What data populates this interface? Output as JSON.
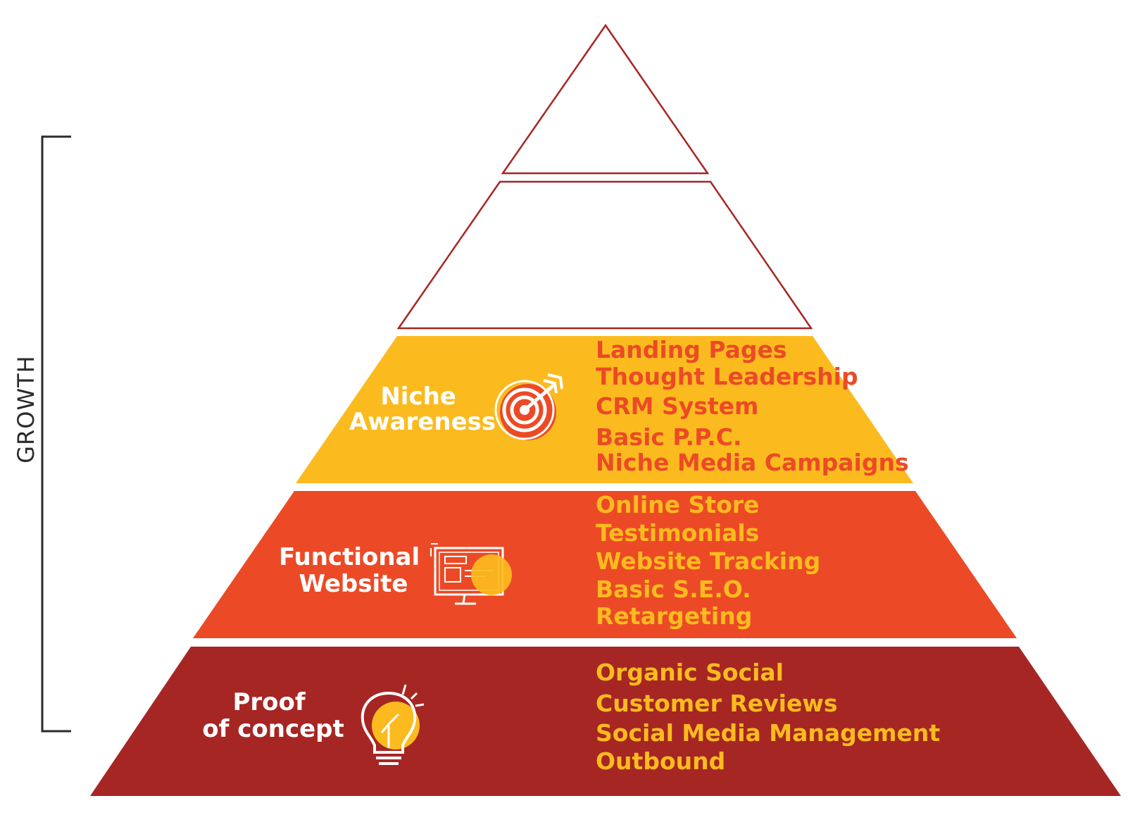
{
  "colors": {
    "outline": "#a62623",
    "tier1_fill": "#a62623",
    "tier2_fill": "#ec4a26",
    "tier3_fill": "#fbbb1f",
    "tier1_text": "#fbbb1f",
    "tier2_text": "#fbbb1f",
    "tier3_text": "#ec4a26",
    "title_text": "#ffffff",
    "bracket": "#2b2b2b"
  },
  "growth_label": "GROWTH",
  "tiers": [
    {
      "id": "proof-of-concept",
      "title_lines": [
        "Proof",
        "of concept"
      ],
      "icon": "lightbulb-icon",
      "items": [
        "Organic Social",
        "Customer Reviews",
        "Social Media Management",
        "Outbound"
      ]
    },
    {
      "id": "functional-website",
      "title_lines": [
        "Functional",
        "Website"
      ],
      "icon": "website-monitor-icon",
      "items": [
        "Online Store",
        "Testimonials",
        "Website Tracking",
        "Basic S.E.O.",
        "Retargeting"
      ]
    },
    {
      "id": "niche-awareness",
      "title_lines": [
        "Niche",
        "Awareness"
      ],
      "icon": "target-icon",
      "items": [
        "Landing Pages",
        "Thought Leadership",
        "CRM System",
        "Basic P.P.C.",
        "Niche Media Campaigns"
      ]
    },
    {
      "id": "tier-4-empty",
      "title_lines": [],
      "icon": "",
      "items": []
    },
    {
      "id": "tier-5-empty",
      "title_lines": [],
      "icon": "",
      "items": []
    }
  ]
}
